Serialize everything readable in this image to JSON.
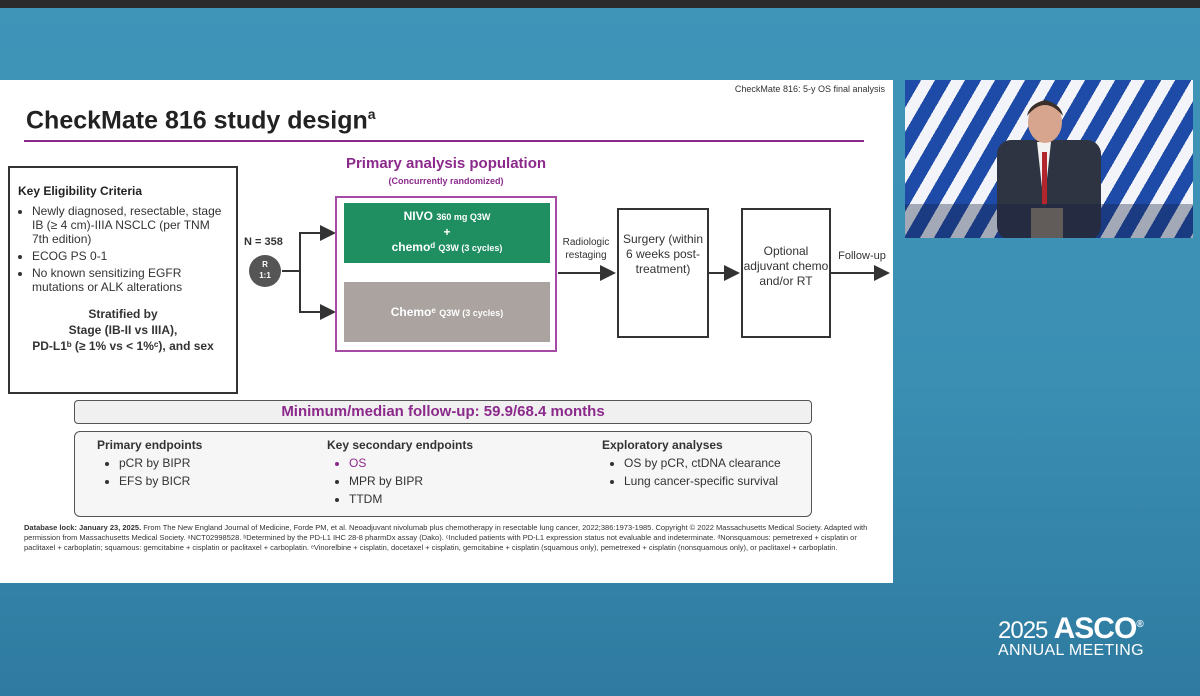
{
  "slide": {
    "header_note": "CheckMate 816: 5-y OS final analysis",
    "title": "CheckMate 816 study design",
    "title_sup": "a",
    "eligibility": {
      "heading": "Key Eligibility Criteria",
      "items": [
        "Newly diagnosed, resectable, stage IB (≥ 4 cm)-IIIA NSCLC (per TNM 7th edition)",
        "ECOG PS 0-1",
        "No known sensitizing EGFR mutations or ALK alterations"
      ],
      "stratified_heading": "Stratified by",
      "stratified_line1": "Stage (IB-II vs IIIA),",
      "stratified_line2": "PD-L1ᵇ (≥ 1% vs < 1%ᶜ), and sex"
    },
    "randomization": {
      "n_label": "N = 358",
      "r_label": "R",
      "ratio": "1:1"
    },
    "population": {
      "title": "Primary analysis population",
      "subtitle": "(Concurrently randomized)",
      "arm1_line1": "NIVO",
      "arm1_dose": "360 mg Q3W",
      "arm1_plus": "+",
      "arm1_line3": "chemoᵈ",
      "arm1_cycles": "Q3W (3 cycles)",
      "arm2_label": "Chemoᵉ",
      "arm2_cycles": "Q3W (3 cycles)"
    },
    "flow": {
      "restaging": "Radiologic restaging",
      "surgery": "Surgery (within 6 weeks post-treatment)",
      "adjuvant": "Optional adjuvant chemo and/or RT",
      "followup": "Follow-up"
    },
    "followup_bar": "Minimum/median follow-up: 59.9/68.4 months",
    "endpoints": {
      "primary": {
        "heading": "Primary endpoints",
        "items": [
          "pCR by BIPR",
          "EFS by BICR"
        ]
      },
      "secondary": {
        "heading": "Key secondary endpoints",
        "items": [
          "OS",
          "MPR by BIPR",
          "TTDM"
        ]
      },
      "exploratory": {
        "heading": "Exploratory analyses",
        "items": [
          "OS by pCR, ctDNA clearance",
          "Lung cancer-specific survival"
        ]
      }
    },
    "footnote_lock": "Database lock: January 23, 2025.",
    "footnote_text": "From The New England Journal of Medicine, Forde PM, et al. Neoadjuvant nivolumab plus chemotherapy in resectable lung cancer, 2022;386:1973-1985. Copyright © 2022 Massachusetts Medical Society. Adapted with permission from Massachusetts Medical Society. ᵃNCT02998528. ᵇDetermined by the PD-L1 IHC 28-8 pharmDx assay (Dako). ᶜIncluded patients with PD-L1 expression status not evaluable and indeterminate. ᵈNonsquamous: pemetrexed + cisplatin or paclitaxel + carboplatin; squamous: gemcitabine + cisplatin or paclitaxel + carboplatin. ᵉVinorelbine + cisplatin, docetaxel + cisplatin, gemcitabine + cisplatin (squamous only), pemetrexed + cisplatin (nonsquamous only), or paclitaxel + carboplatin."
  },
  "branding": {
    "year": "2025",
    "name": "ASCO",
    "reg": "®",
    "event": "ANNUAL MEETING"
  },
  "colors": {
    "accent_purple": "#8c2a8c",
    "nivo_green": "#1f8f62",
    "chemo_gray": "#aaa39f",
    "background_blue": "#3f95b8"
  }
}
